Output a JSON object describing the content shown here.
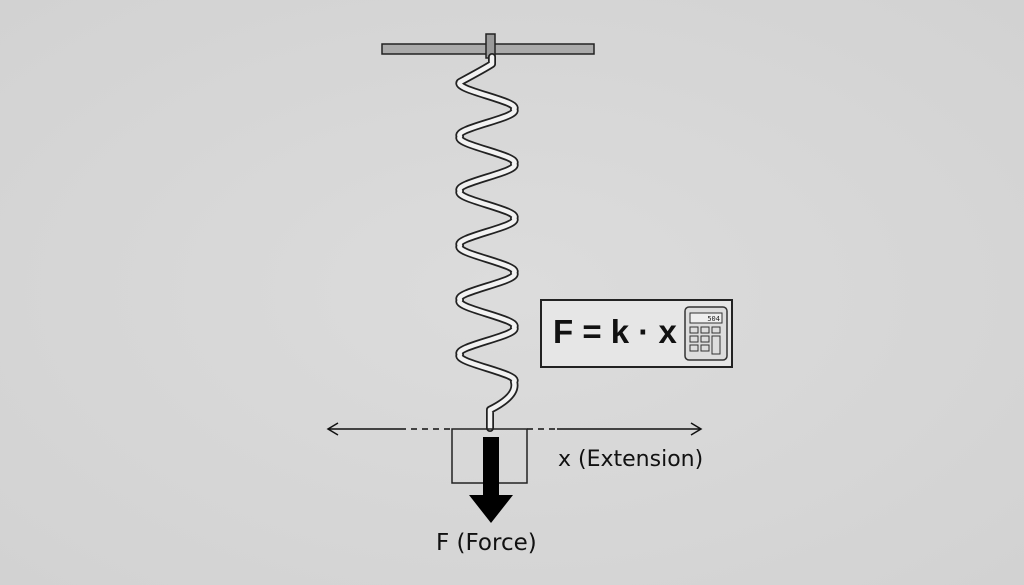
{
  "diagram": {
    "formula": "F = k · x",
    "calculator_display": "504",
    "extension_label": "x (Extension)",
    "force_label": "F (Force)",
    "icons": [
      "calculator-icon",
      "force-arrow",
      "double-arrow"
    ],
    "colors": {
      "background": "#d6d6d6",
      "line": "#111111",
      "bar": "#aaaaaa",
      "spring_fill": "#f2f2f2"
    }
  }
}
